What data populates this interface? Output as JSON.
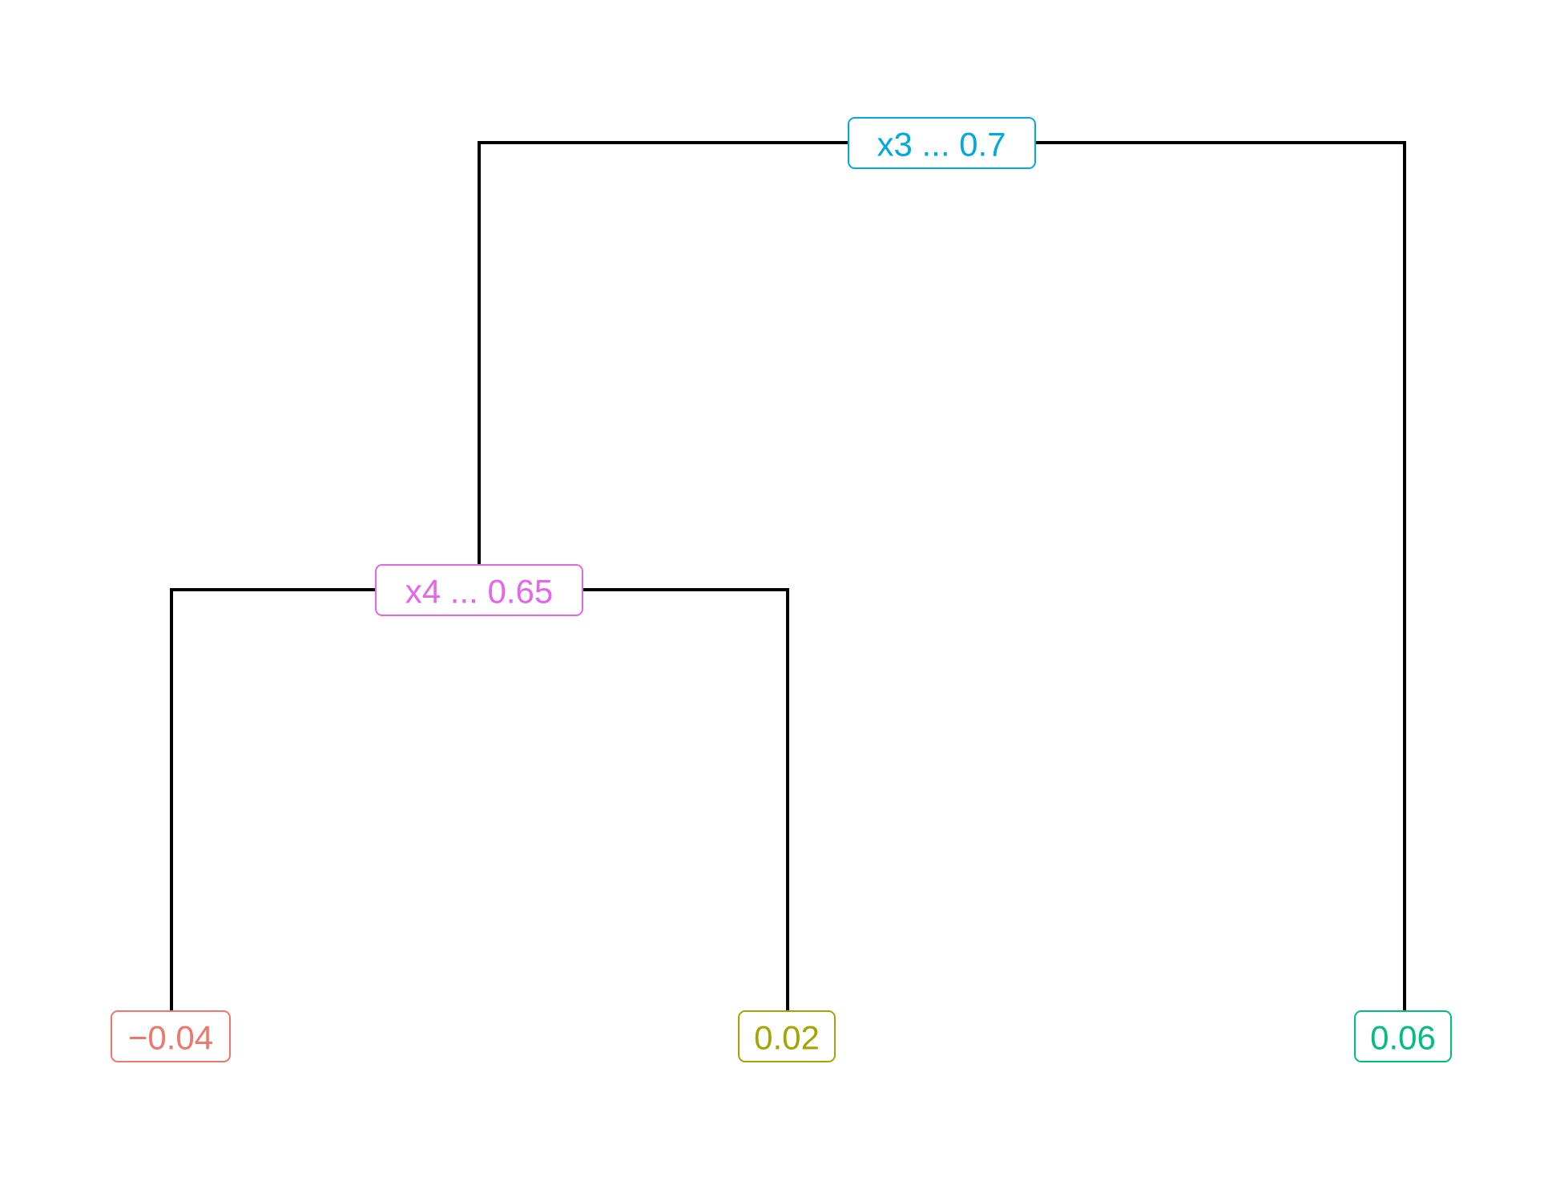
{
  "tree": {
    "nodes": [
      {
        "id": "root",
        "label": "x3  ...  0.7",
        "color": "#00A9E0",
        "children": [
          "split_x4",
          "leaf_006"
        ]
      },
      {
        "id": "split_x4",
        "label": "x4  ...  0.65",
        "color": "#E566E8",
        "children": [
          "leaf_m004",
          "leaf_002"
        ]
      },
      {
        "id": "leaf_m004",
        "label": "−0.04",
        "color": "#F0766D",
        "children": []
      },
      {
        "id": "leaf_002",
        "label": "0.02",
        "color": "#A3A500",
        "children": []
      },
      {
        "id": "leaf_006",
        "label": "0.06",
        "color": "#00BF7D",
        "children": []
      }
    ]
  }
}
